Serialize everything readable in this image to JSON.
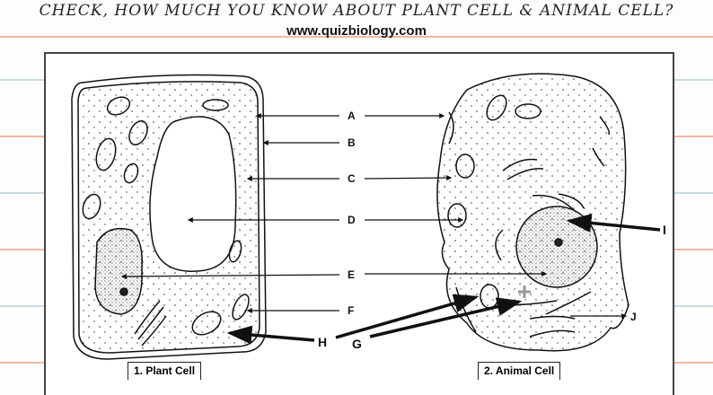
{
  "header": {
    "title": "CHECK, HOW MUCH YOU KNOW ABOUT PLANT CELL & ANIMAL CELL?",
    "website": "www.quizbiology.com"
  },
  "labels": {
    "A": "A",
    "B": "B",
    "C": "C",
    "D": "D",
    "E": "E",
    "F": "F",
    "G": "G",
    "H": "H",
    "I": "I",
    "J": "J"
  },
  "captions": {
    "plant": "1. Plant Cell",
    "animal": "2. Animal Cell"
  },
  "colors": {
    "orange_rule": "#f0b9a3",
    "blue_rule": "#c9dbe3",
    "ink": "#111111"
  }
}
